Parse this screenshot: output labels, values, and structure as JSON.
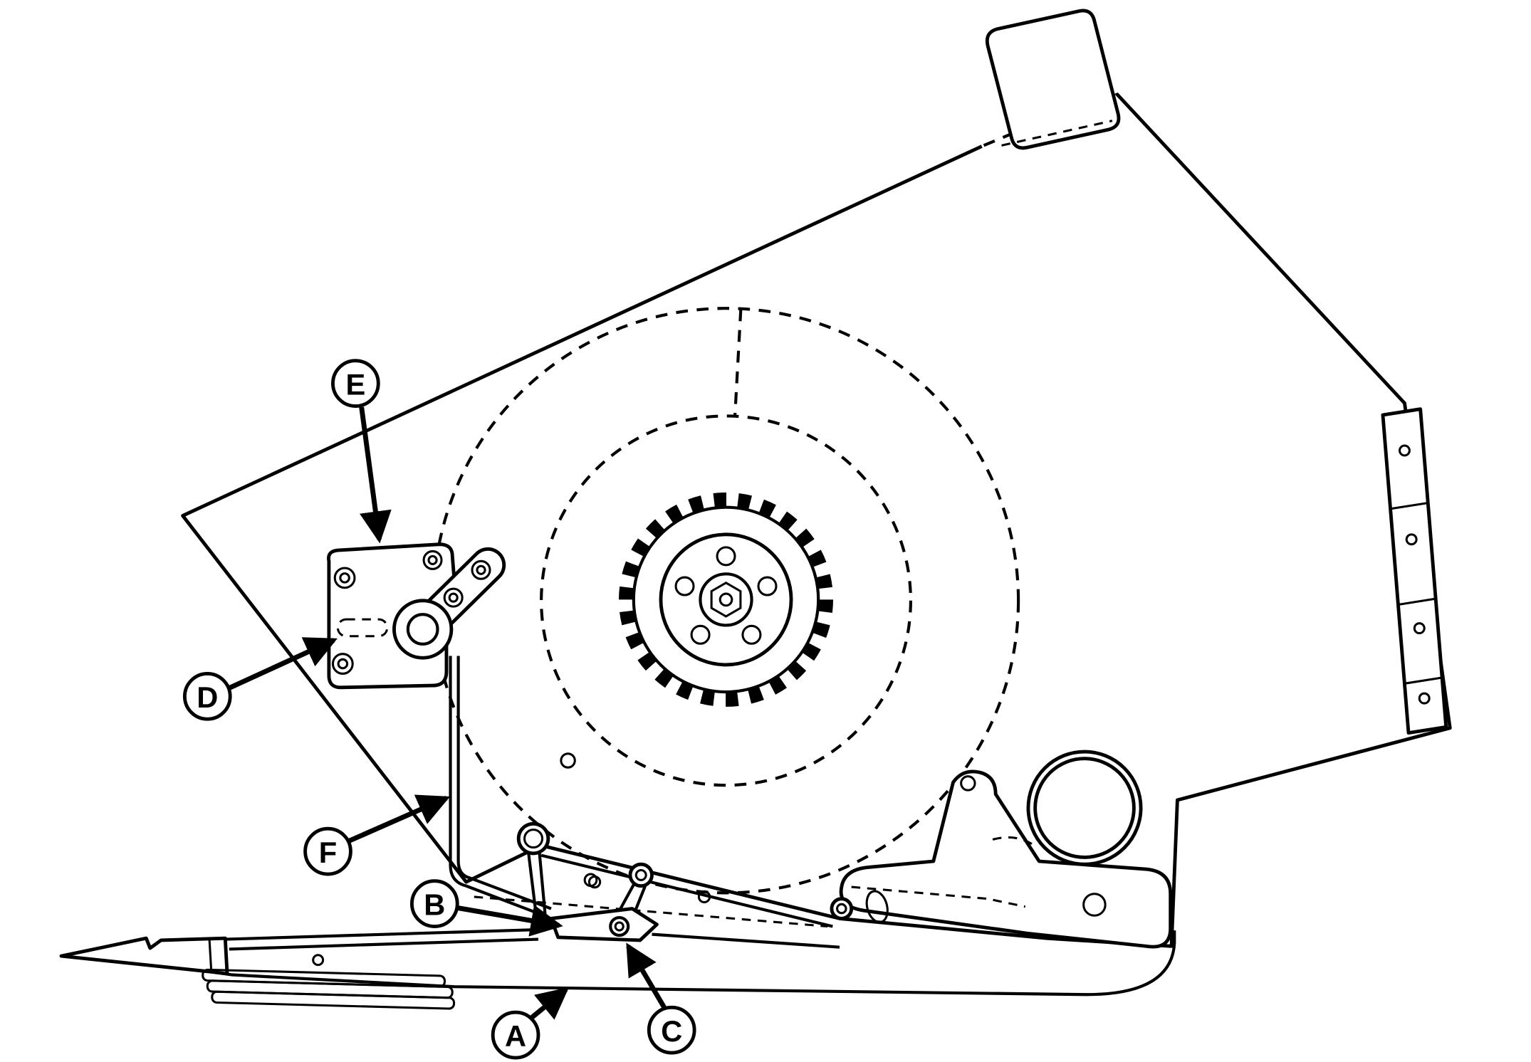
{
  "diagram": {
    "type": "technical-parts-diagram",
    "description": "Line drawing of a harvester row-unit / header side view with drum, sprocket, adjustment bracket, rod, lever and skid frame",
    "colors": {
      "line": "#000000",
      "background": "#ffffff"
    },
    "callouts": [
      {
        "id": "A",
        "label": "A",
        "target": "skid-frame"
      },
      {
        "id": "B",
        "label": "B",
        "target": "lever-base"
      },
      {
        "id": "C",
        "label": "C",
        "target": "pivot-bolt"
      },
      {
        "id": "D",
        "label": "D",
        "target": "slotted-hole"
      },
      {
        "id": "E",
        "label": "E",
        "target": "adjustment-bracket"
      },
      {
        "id": "F",
        "label": "F",
        "target": "vertical-rod"
      }
    ]
  }
}
